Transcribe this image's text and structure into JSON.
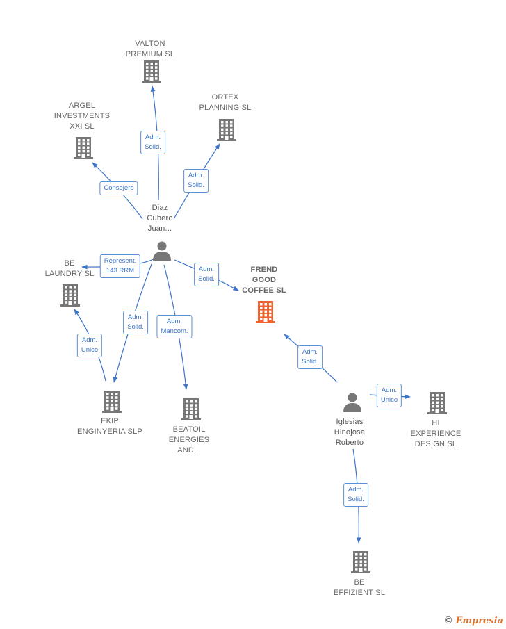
{
  "diagram": {
    "colors": {
      "company": "#777777",
      "focus_company": "#f0632f",
      "person": "#777777",
      "edge": "#3b74c9"
    },
    "nodes": [
      {
        "id": "valton",
        "kind": "company",
        "label": "VALTON\nPREMIUM SL"
      },
      {
        "id": "argel",
        "kind": "company",
        "label": "ARGEL\nINVESTMENTS\nXXI SL"
      },
      {
        "id": "ortex",
        "kind": "company",
        "label": "ORTEX\nPLANNING SL"
      },
      {
        "id": "diaz",
        "kind": "person",
        "label": "Diaz\nCubero\nJuan..."
      },
      {
        "id": "laundry",
        "kind": "company",
        "label": "BE\nLAUNDRY  SL"
      },
      {
        "id": "frend",
        "kind": "focus",
        "label": "FREND\nGOOD\nCOFFEE  SL"
      },
      {
        "id": "ekip",
        "kind": "company",
        "label": "EKIP\nENGINYERIA SLP"
      },
      {
        "id": "beatoil",
        "kind": "company",
        "label": "BEATOIL\nENERGIES\nAND..."
      },
      {
        "id": "iglesias",
        "kind": "person",
        "label": "Iglesias\nHinojosa\nRoberto"
      },
      {
        "id": "hi",
        "kind": "company",
        "label": "HI\nEXPERIENCE\nDESIGN  SL"
      },
      {
        "id": "effizient",
        "kind": "company",
        "label": "BE\nEFFIZIENT  SL"
      }
    ],
    "edges": [
      {
        "from": "diaz",
        "to": "valton",
        "label": "Adm.\nSolid."
      },
      {
        "from": "diaz",
        "to": "argel",
        "label": "Consejero"
      },
      {
        "from": "diaz",
        "to": "ortex",
        "label": "Adm.\nSolid."
      },
      {
        "from": "diaz",
        "to": "laundry",
        "label": "Represent.\n143 RRM"
      },
      {
        "from": "diaz",
        "to": "frend",
        "label": "Adm.\nSolid."
      },
      {
        "from": "diaz",
        "to": "ekip",
        "label": "Adm.\nSolid."
      },
      {
        "from": "diaz",
        "to": "beatoil",
        "label": "Adm.\nMancom."
      },
      {
        "from": "ekip",
        "to": "laundry",
        "label": "Adm.\nUnico"
      },
      {
        "from": "iglesias",
        "to": "frend",
        "label": "Adm.\nSolid."
      },
      {
        "from": "iglesias",
        "to": "hi",
        "label": "Adm.\nUnico"
      },
      {
        "from": "iglesias",
        "to": "effizient",
        "label": "Adm.\nSolid."
      }
    ]
  },
  "footer": {
    "copyright_symbol": "©",
    "brand": "Empresia"
  }
}
